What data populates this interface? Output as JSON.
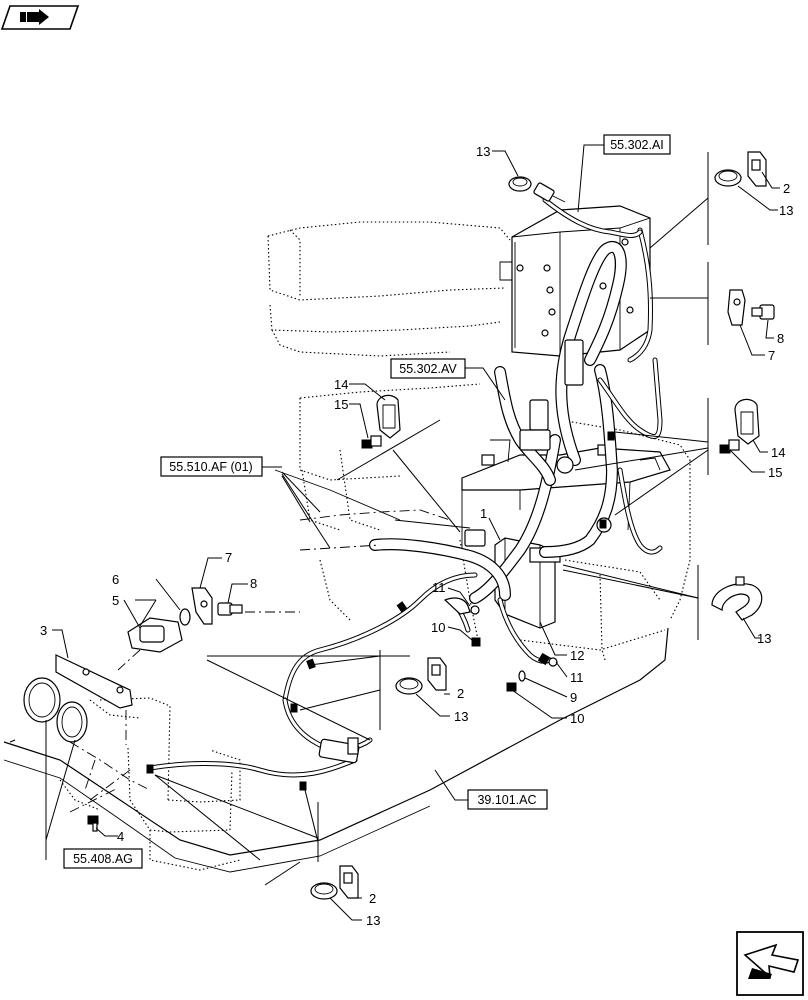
{
  "references": {
    "ref_55_302_AI": "55.302.AI",
    "ref_55_302_AV": "55.302.AV",
    "ref_55_510_AF": "55.510.AF (01)",
    "ref_39_101_AC": "39.101.AC",
    "ref_55_408_AG": "55.408.AG"
  },
  "callouts": {
    "c13_top": "13",
    "c2_tr": "2",
    "c13_tr": "13",
    "c8_r": "8",
    "c7_r": "7",
    "c14_l": "14",
    "c15_l": "15",
    "c14_r": "14",
    "c15_r": "15",
    "c1": "1",
    "c7_l": "7",
    "c6": "6",
    "c8_l": "8",
    "c5": "5",
    "c3": "3",
    "c11_a": "11",
    "c10_a": "10",
    "c12": "12",
    "c11_b": "11",
    "c9": "9",
    "c10_b": "10",
    "c2_mid": "2",
    "c13_mid": "13",
    "c13_clamp": "13",
    "c4": "4",
    "c2_bot": "2",
    "c13_bot": "13"
  },
  "icons": {
    "top_left": "book-navigation-icon",
    "bottom_right": "next-page-arrow-icon"
  }
}
